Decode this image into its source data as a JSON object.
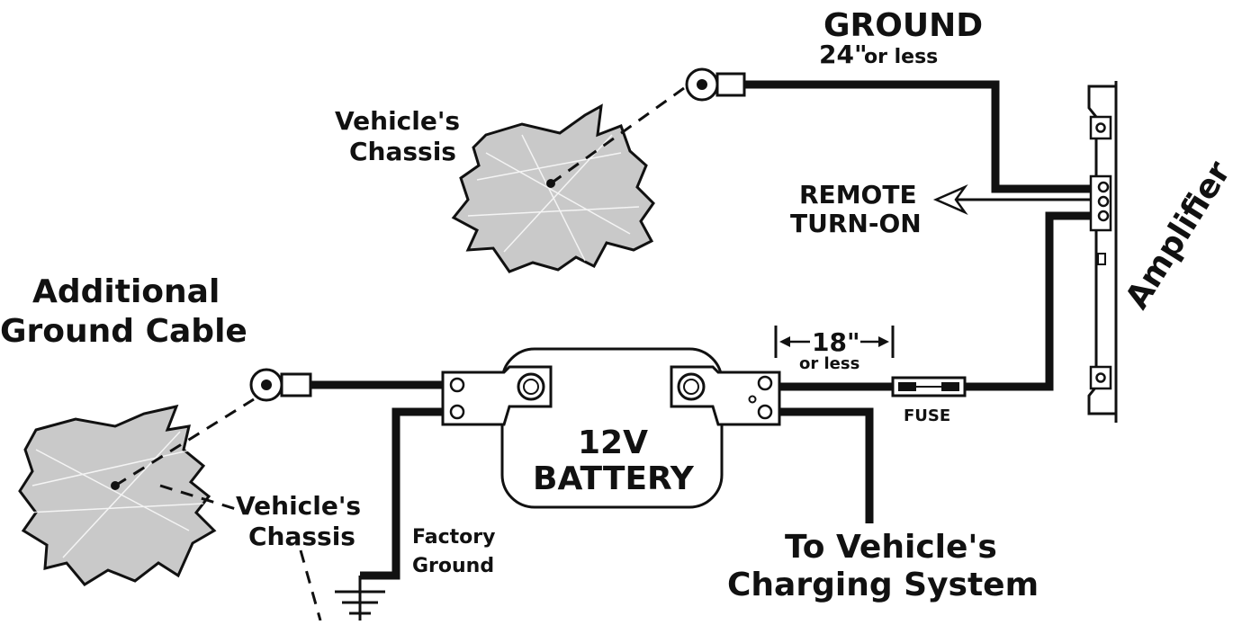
{
  "labels": {
    "ground_title": "GROUND",
    "ground_length_value": "24\"",
    "ground_length_note": "or less",
    "chassis_top_line1": "Vehicle's",
    "chassis_top_line2": "Chassis",
    "remote_line1": "REMOTE",
    "remote_line2": "TURN-ON",
    "amplifier": "Amplifier",
    "additional_line1": "Additional",
    "additional_line2": "Ground Cable",
    "fuse_length_value": "18\"",
    "fuse_length_note": "or less",
    "fuse": "FUSE",
    "battery_line1": "12V",
    "battery_line2": "BATTERY",
    "chassis_bottom_line1": "Vehicle's",
    "chassis_bottom_line2": "Chassis",
    "factory_line1": "Factory",
    "factory_line2": "Ground",
    "charging_line1": "To Vehicle's",
    "charging_line2": "Charging System"
  },
  "colors": {
    "wire": "#111111",
    "chassis_fill": "#c9c9c9",
    "background": "#ffffff"
  }
}
